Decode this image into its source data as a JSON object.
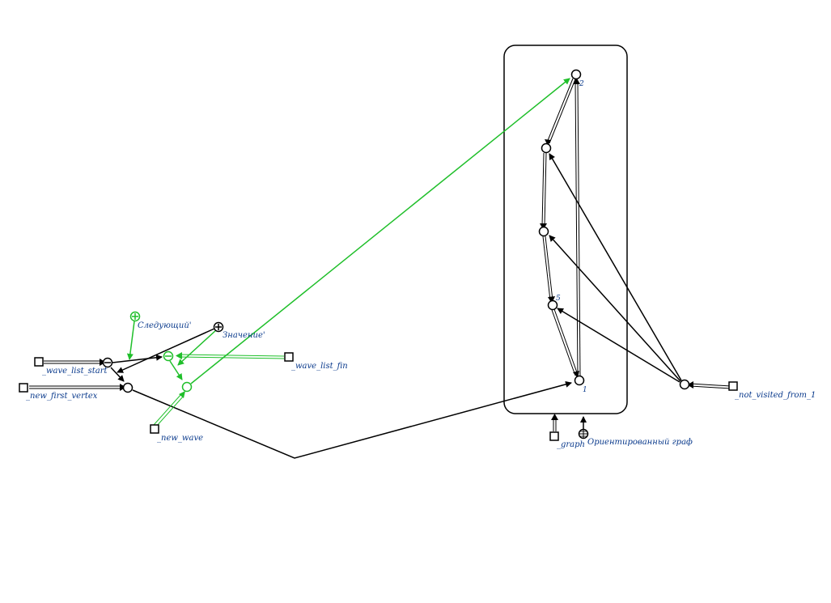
{
  "colors": {
    "black": "#000000",
    "green": "#1fbf2a",
    "label_blue": "#0a3a8c"
  },
  "labels": {
    "wave_list_start": "_wave_list_start",
    "new_first_vertex": "_new_first_vertex",
    "new_wave": "_new_wave",
    "wave_list_fin": "_wave_list_fin",
    "not_visited_from_1": "_not_visited_from_1",
    "graph": "_graph",
    "oriented_graph": "Ориентированный граф",
    "next_rel": "Следующий'",
    "value_rel": "Значение'"
  },
  "vertex_labels": {
    "v2": "2",
    "v5": "5",
    "v1": "1"
  }
}
